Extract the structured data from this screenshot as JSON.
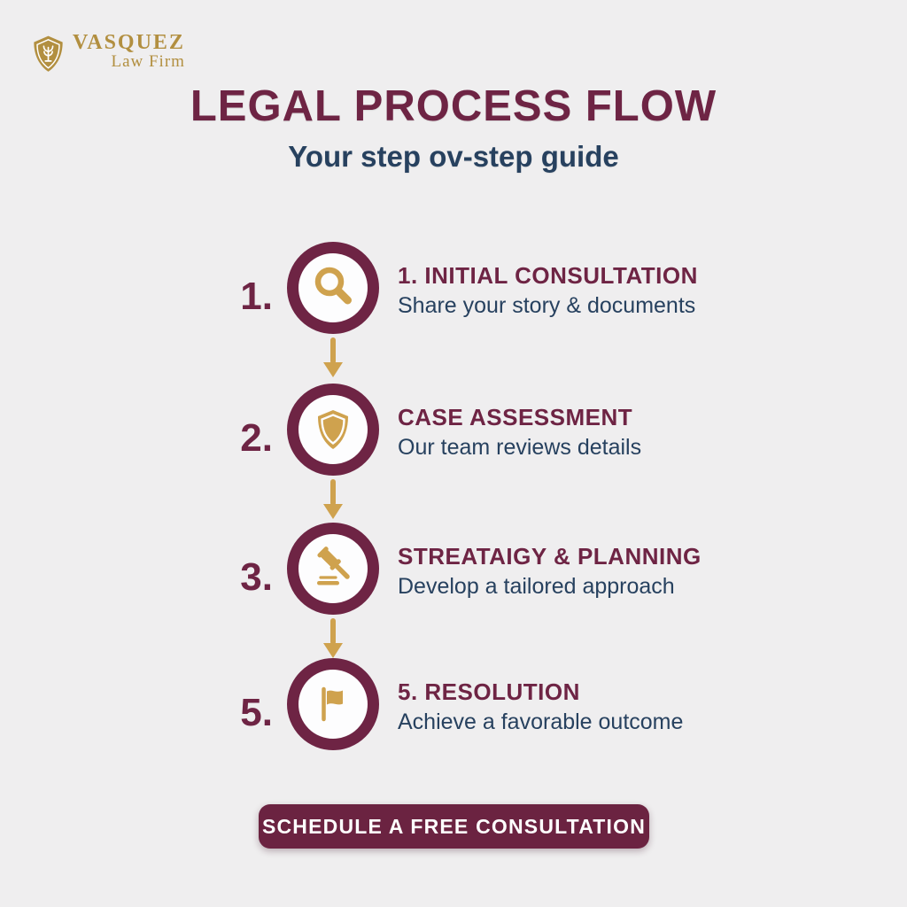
{
  "colors": {
    "maroon": "#6E2444",
    "button_bg": "#6B2341",
    "gold": "#CFA24E",
    "logo_gold": "#B28F40",
    "navy": "#27415F",
    "background": "#EFEEEF",
    "circle_bg": "#FDFDFE",
    "button_text": "#FFFFFF"
  },
  "brand": {
    "name": "VASQUEZ",
    "tagline": "Law Firm",
    "logo_icon": "shield-logo-icon"
  },
  "header": {
    "title": "LEGAL PROCESS FLOW",
    "subtitle": "Your step ov-step guide"
  },
  "steps": [
    {
      "number": "1.",
      "icon": "magnifier-icon",
      "heading": "1. INITIAL CONSULTATION",
      "description": "Share your story & documents"
    },
    {
      "number": "2.",
      "icon": "shield-icon",
      "heading": "CASE ASSESSMENT",
      "description": "Our team reviews details"
    },
    {
      "number": "3.",
      "icon": "gavel-icon",
      "heading": "STREATAIGY & PLANNING",
      "description": "Develop a tailored approach"
    },
    {
      "number": "5.",
      "icon": "flag-icon",
      "heading": "5. RESOLUTION",
      "description": "Achieve a favorable outcome"
    }
  ],
  "connector_icon": "arrow-down-icon",
  "cta": {
    "label": "SCHEDULE A FREE CONSULTATION"
  }
}
